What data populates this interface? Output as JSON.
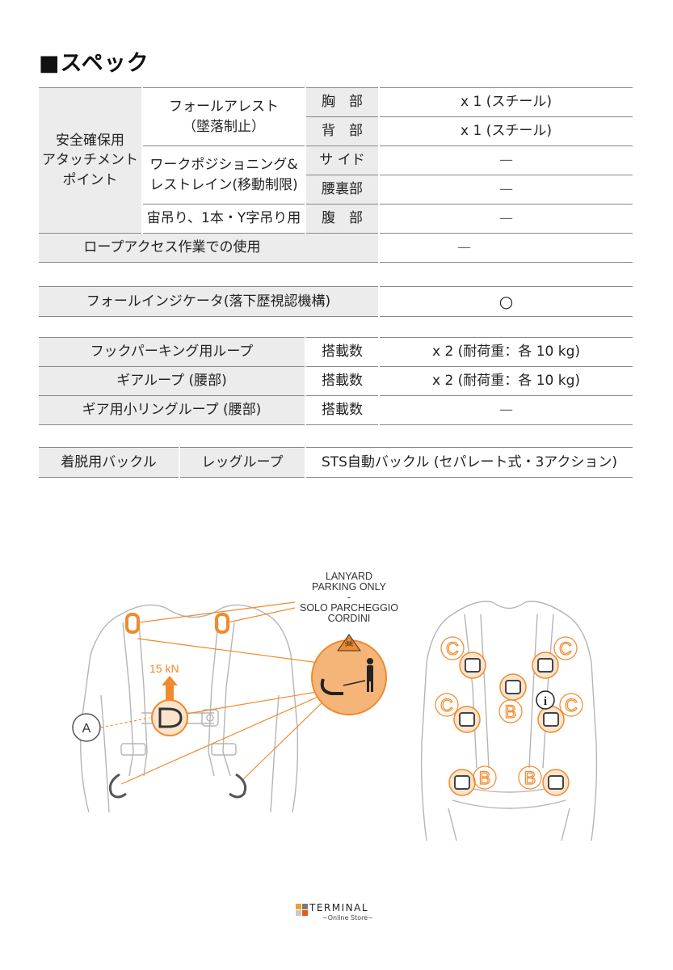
{
  "title": "■スペック",
  "attachment": {
    "category": [
      "安全確保用",
      "アタッチメント",
      "ポイント"
    ],
    "fall_arrest": [
      "フォールアレスト",
      "（墜落制止）"
    ],
    "chest": "胸　部",
    "chest_value": "x 1 (スチール)",
    "back": "背　部",
    "back_value": "x 1 (スチール)",
    "work_positioning": [
      "ワークポジショニング&",
      "レストレイン(移動制限)"
    ],
    "side": "サ イド",
    "side_value": "—",
    "waist_back": "腰裏部",
    "waist_back_value": "—",
    "suspension": "宙吊り、1本・Y字吊り用",
    "belly": "腹　部",
    "belly_value": "—",
    "rope_access": "ロープアクセス作業での使用",
    "rope_access_value": "—"
  },
  "fall_indicator": {
    "label": "フォールインジケータ(落下歴視認機構)",
    "value": "○"
  },
  "loops": [
    {
      "label": "フックパーキング用ループ",
      "sub": "搭載数",
      "value": "x 2 (耐荷重：各 10 kg)"
    },
    {
      "label": "ギアループ (腰部)",
      "sub": "搭載数",
      "value": "x 2 (耐荷重：各 10 kg)"
    },
    {
      "label": "ギア用小リングループ (腰部)",
      "sub": "搭載数",
      "value": "—"
    }
  ],
  "buckle": {
    "label": "着脱用バックル",
    "sub": "レッグループ",
    "value": "STS自動バックル (セパレート式・3アクション)"
  },
  "illustration": {
    "parking_text": [
      "LANYARD",
      "PARKING ONLY",
      "-",
      "SOLO PARCHEGGIO",
      "CORDINI"
    ],
    "force": "15 kN",
    "label_a": "A",
    "label_b": "B",
    "label_c": "C",
    "label_i": "i",
    "orange": "#f08a2c",
    "line_gray": "#b5b5b5"
  },
  "logo": {
    "name": "TERMINAL",
    "sub": "~Online Store~",
    "colors": [
      "#f0a030",
      "#7a7a7a",
      "#c9c9c9",
      "#e85a1a"
    ]
  }
}
